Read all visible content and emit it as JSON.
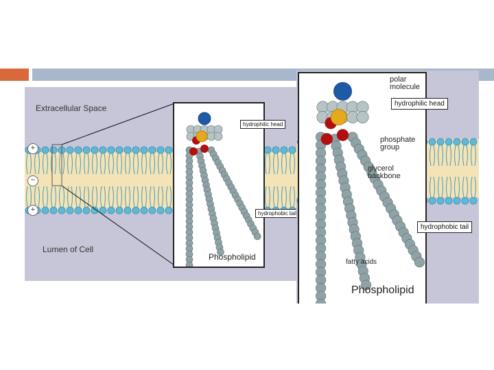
{
  "slide": {
    "accent_color": "#d9693a",
    "bar_color": "#a9b7cc"
  },
  "membrane_figure": {
    "extracellular_label": "Extracellular Space",
    "lumen_label": "Lumen of Cell",
    "charges": {
      "top": "+",
      "middle": "−",
      "bottom": "+"
    },
    "inset": {
      "title": "Phospholipid",
      "head_label": "hydrophilic head",
      "tail_label": "hydrophobic tail"
    }
  },
  "detail_figure": {
    "title": "Phospholipid",
    "polar_label": "polar\nmolecule",
    "head_label": "hydrophilic head",
    "phosphate_label": "phosphate\ngroup",
    "glycerol_label": "glycerol\nbackbone",
    "tail_label": "hydrophobic tail",
    "fatty_label": "fatty acids"
  }
}
